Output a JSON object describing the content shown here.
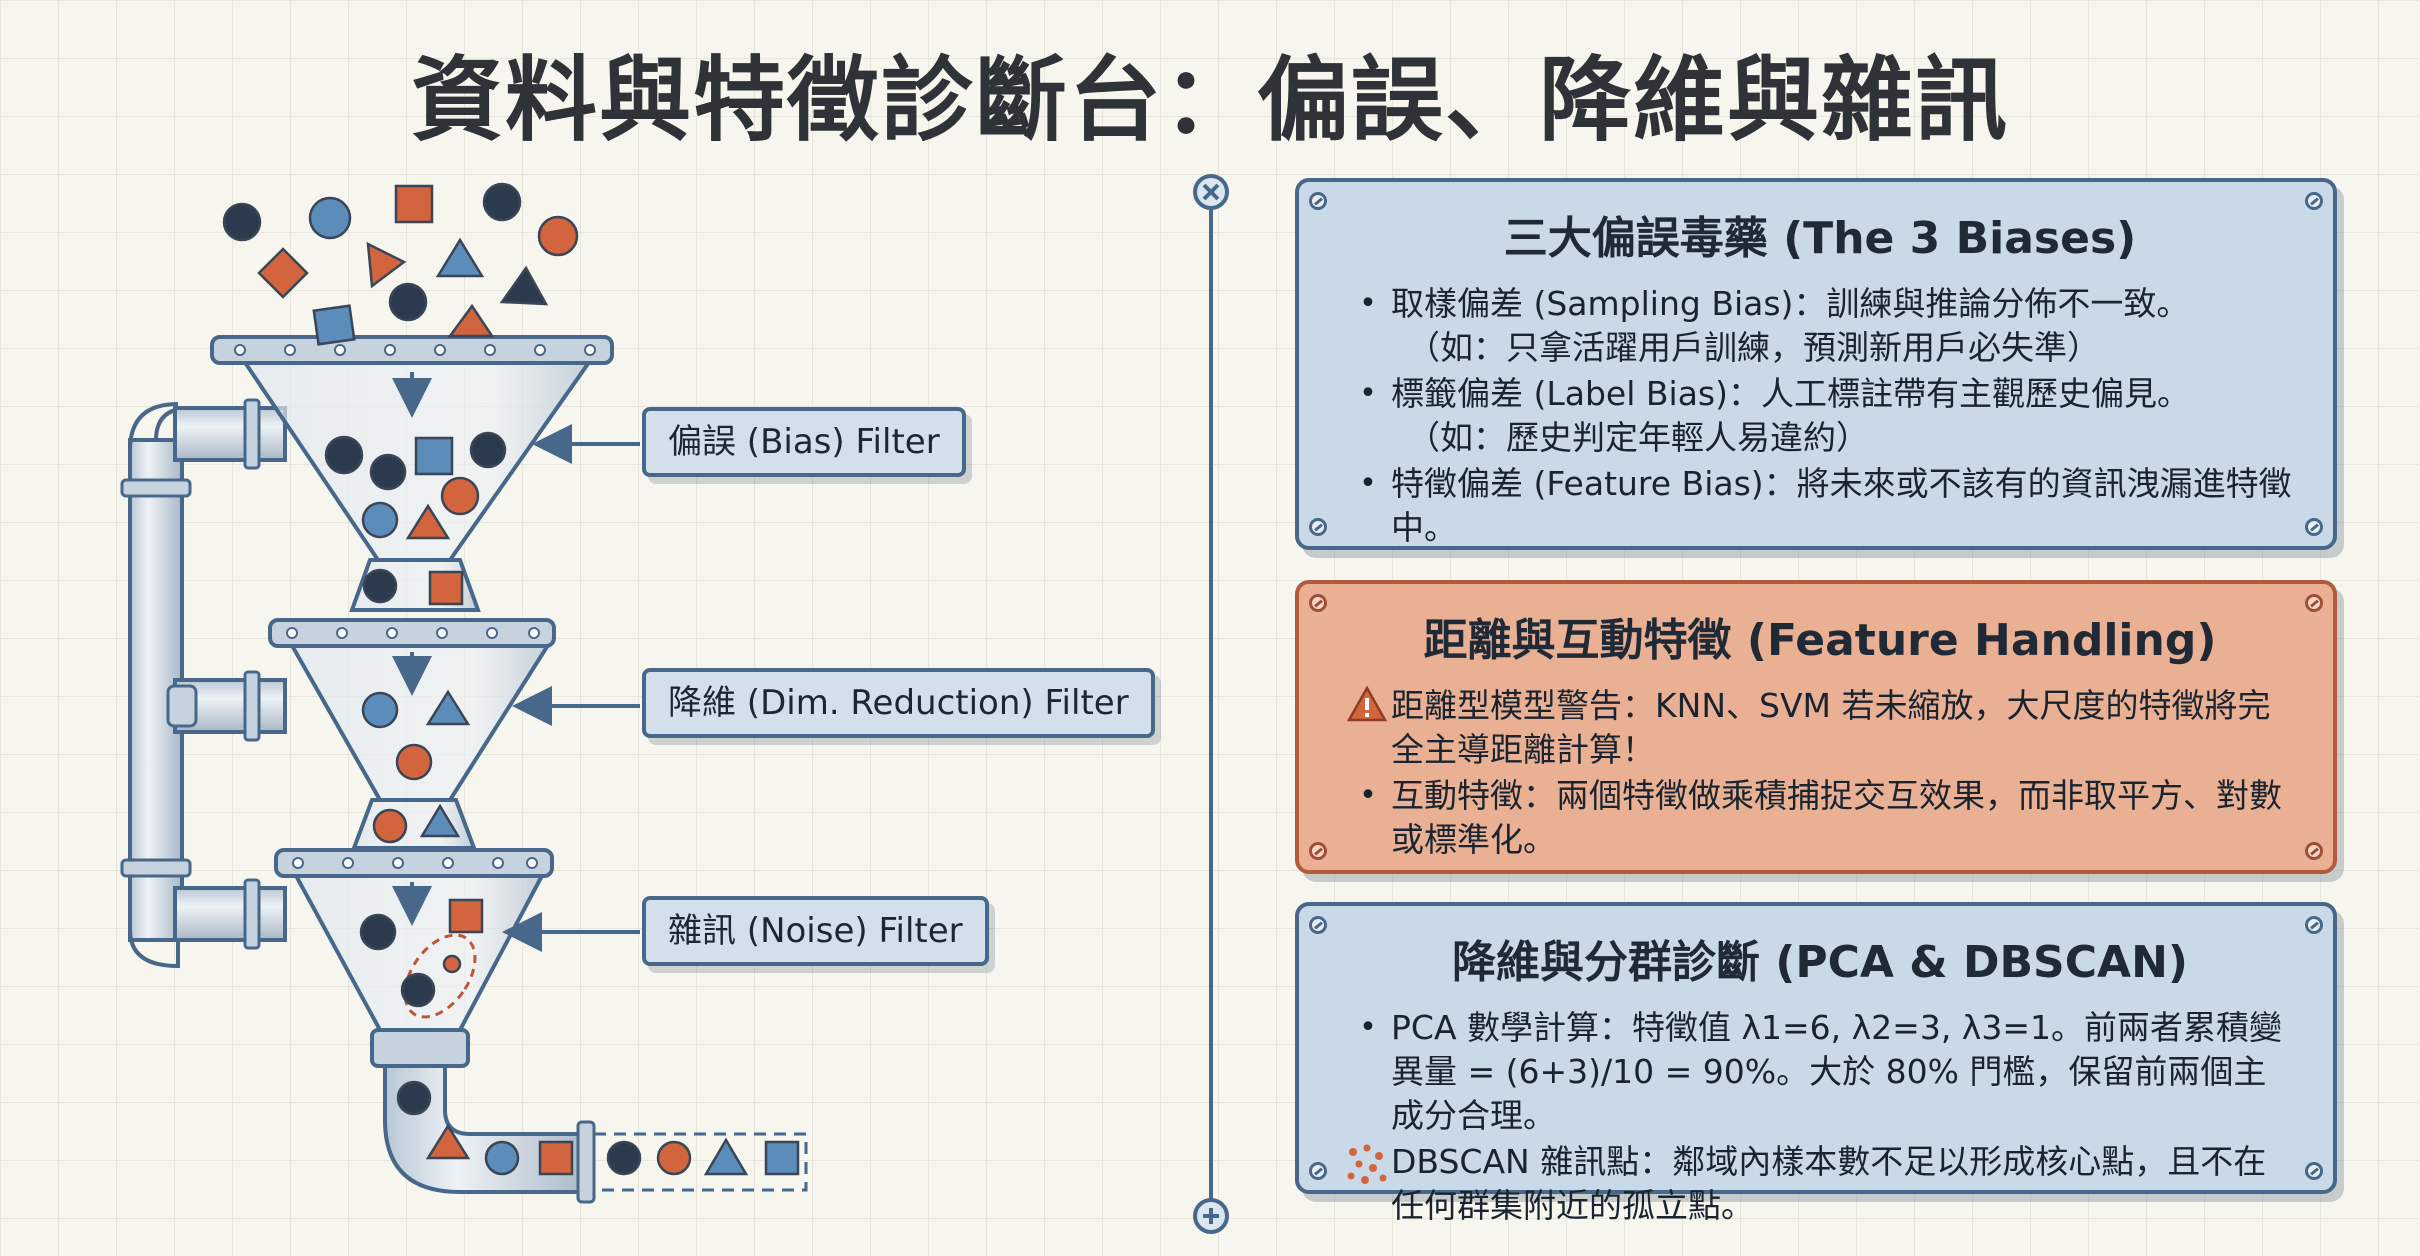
{
  "title": "資料與特徵診斷台：偏誤、降維與雜訊",
  "filters": [
    {
      "label": "偏誤 (Bias) Filter"
    },
    {
      "label": "降維 (Dim. Reduction) Filter"
    },
    {
      "label": "雜訊 (Noise) Filter"
    }
  ],
  "panels": {
    "biases": {
      "title": "三大偏誤毒藥 (The 3 Biases)",
      "items": [
        {
          "text": "取樣偏差 (Sampling Bias)：訓練與推論分佈不一致。",
          "sub": "（如：只拿活躍用戶訓練，預測新用戶必失準）"
        },
        {
          "text": "標籤偏差 (Label Bias)：人工標註帶有主觀歷史偏見。",
          "sub": "（如：歷史判定年輕人易違約）"
        },
        {
          "text": "特徵偏差 (Feature Bias)：將未來或不該有的資訊洩漏進特徵中。"
        }
      ]
    },
    "features": {
      "title": "距離與互動特徵 (Feature Handling)",
      "items": [
        {
          "text": "距離型模型警告：KNN、SVM 若未縮放，大尺度的特徵將完全主導距離計算！",
          "icon": "warning-icon"
        },
        {
          "text": "互動特徵：兩個特徵做乘積捕捉交互效果，而非取平方、對數或標準化。"
        }
      ]
    },
    "pca": {
      "title": "降維與分群診斷 (PCA & DBSCAN)",
      "items": [
        {
          "text": "PCA 數學計算：特徵值 λ1=6, λ2=3, λ3=1。前兩者累積變異量 = (6+3)/10 = 90%。大於 80% 門檻，保留前兩個主成分合理。"
        },
        {
          "text": "DBSCAN 雜訊點：鄰域內樣本數不足以形成核心點，且不在任何群集附近的孤立點。",
          "icon": "noise-dots-icon"
        }
      ]
    }
  },
  "colors": {
    "navy": "#2b3a4d",
    "blue": "#5b8cba",
    "orange": "#d2643e",
    "frame": "#47688a",
    "panel_blue": "#c9d9e8",
    "panel_red": "#eab094"
  }
}
